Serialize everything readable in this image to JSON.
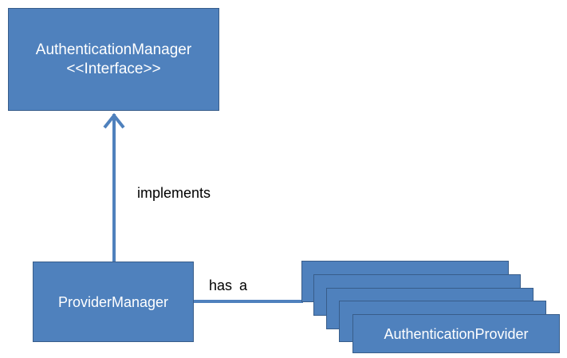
{
  "diagram": {
    "interface_box": {
      "name": "AuthenticationManager",
      "stereotype": "<<Interface>>"
    },
    "implementation_box": {
      "name": "ProviderManager"
    },
    "provider_box": {
      "name": "AuthenticationProvider"
    },
    "edges": {
      "implements_label": "implements",
      "has_a_label": "has a"
    },
    "colors": {
      "box_fill": "#4f81bd",
      "box_border": "#385d8a",
      "connector": "#4f81bd"
    }
  }
}
